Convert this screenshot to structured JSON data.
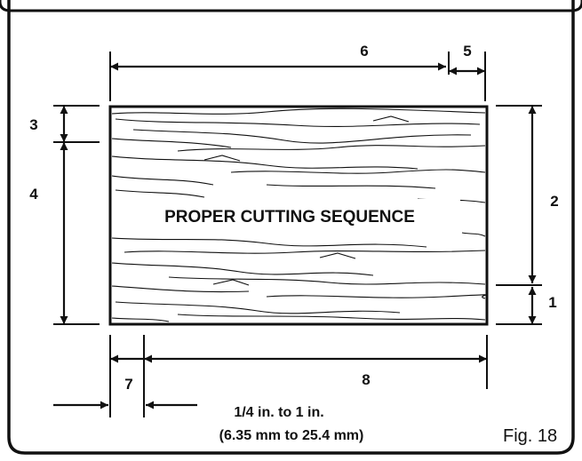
{
  "diagram": {
    "board_label": "PROPER CUTTING SEQUENCE",
    "figure_label": "Fig. 18",
    "step_labels": {
      "s1": "1",
      "s2": "2",
      "s3": "3",
      "s4": "4",
      "s5": "5",
      "s6": "6",
      "s7": "7",
      "s8": "8"
    },
    "range_note": {
      "imperial": "1/4 in. to 1 in.",
      "metric": "(6.35 mm to 25.4 mm)"
    }
  }
}
